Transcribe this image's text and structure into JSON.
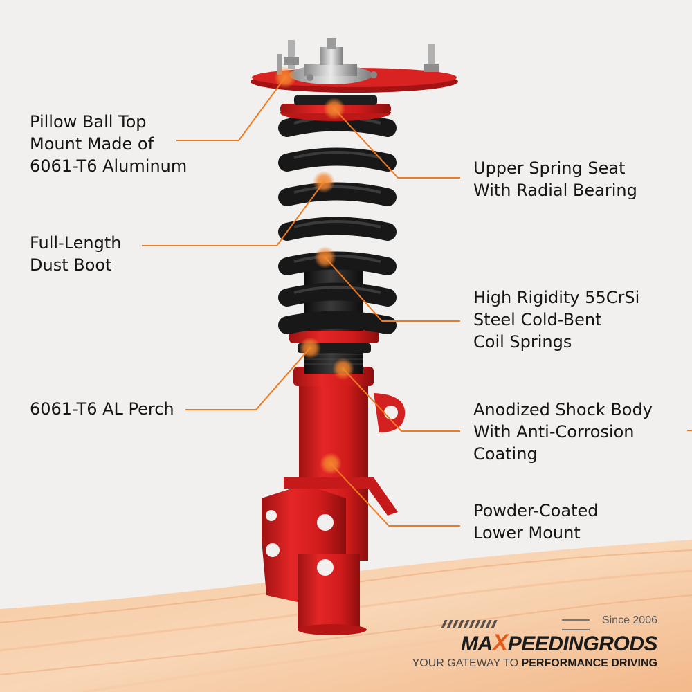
{
  "callouts": {
    "pillow_ball": "Pillow Ball Top\nMount Made of\n6061-T6 Aluminum",
    "dust_boot": "Full-Length\nDust Boot",
    "al_perch": "6061-T6 AL Perch",
    "upper_spring_seat": "Upper Spring Seat\nWith Radial Bearing",
    "coil_springs": "High Rigidity 55CrSi\nSteel Cold-Bent\nCoil Springs",
    "shock_body": "Anodized Shock Body\nWith Anti-Corrosion\nCoating",
    "lower_mount": "Powder-Coated\nLower Mount"
  },
  "brand": {
    "since": "Since 2006",
    "name_prefix": "MA",
    "name_x": "X",
    "name_suffix": "PEEDINGRODS",
    "tagline_plain": "YOUR GATEWAY TO ",
    "tagline_bold": "PERFORMANCE DRIVING"
  },
  "colors": {
    "accent": "#f07a20",
    "strut_red": "#d61f1f",
    "spring_black": "#1c1c1c",
    "background": "#f1f0ee"
  },
  "icons": [
    "coilover-illustration",
    "callout-dot-icon",
    "checkered-flag-icon"
  ]
}
